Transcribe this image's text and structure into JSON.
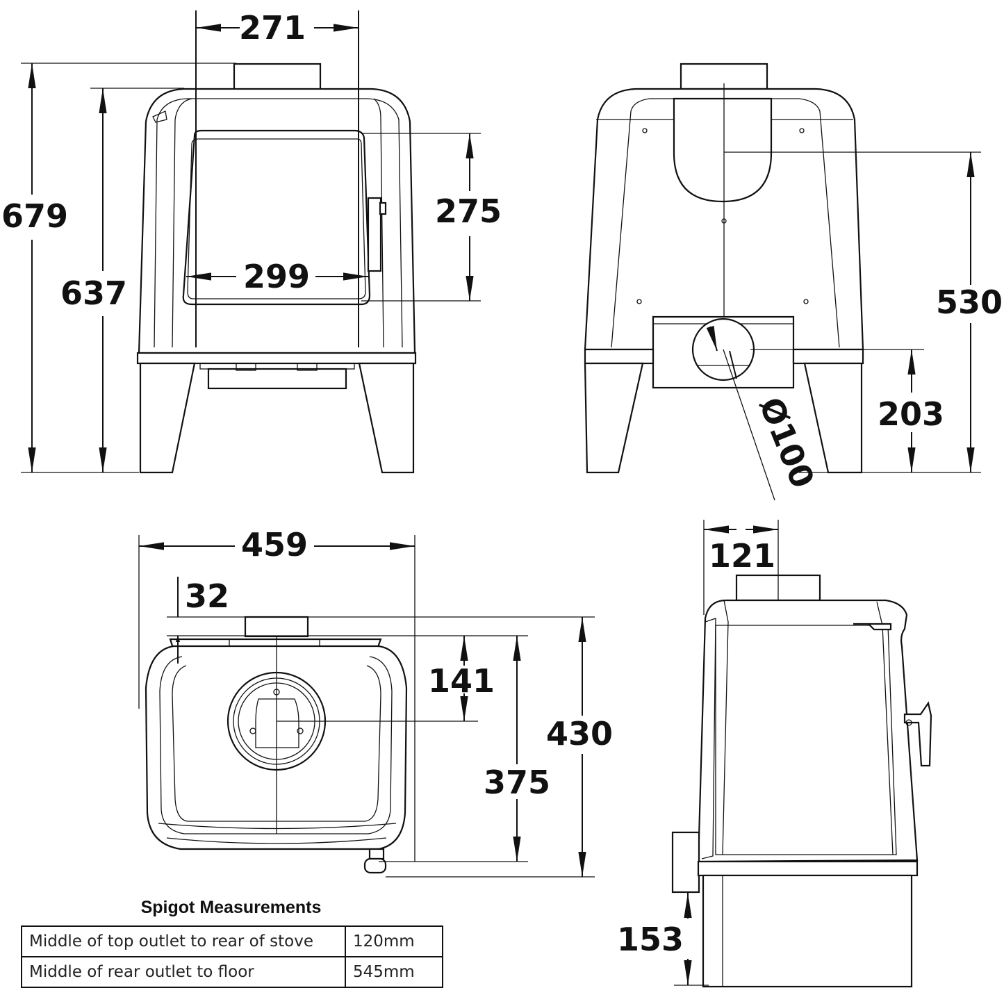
{
  "dimensions": {
    "front_top_width": "271",
    "front_total_height": "679",
    "front_body_height": "637",
    "front_glass_height": "275",
    "front_glass_width": "299",
    "rear_outlet_height": "530",
    "rear_lower_outlet_height": "203",
    "rear_flue_diameter": "Ø100",
    "top_width": "459",
    "top_front_offset": "32",
    "top_outlet_from_rear": "141",
    "top_depth_body": "375",
    "top_depth_total": "430",
    "side_outlet_offset": "121",
    "side_leg_height": "153"
  },
  "spigot": {
    "title": "Spigot Measurements",
    "rows": [
      {
        "label": "Middle of top outlet to rear of stove",
        "value": "120mm"
      },
      {
        "label": "Middle of rear outlet to floor",
        "value": "545mm"
      }
    ]
  }
}
